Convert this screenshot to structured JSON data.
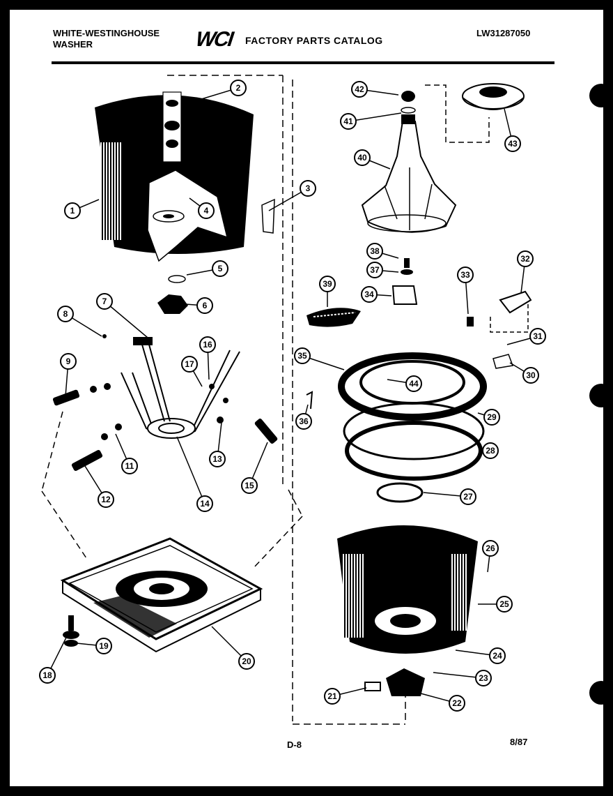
{
  "header": {
    "brand_line1": "WHITE-WESTINGHOUSE",
    "brand_line2": "WASHER",
    "logo_text": "WCI",
    "catalog_title": "FACTORY PARTS CATALOG",
    "model_number": "LW31287050"
  },
  "footer": {
    "page_number": "D-8",
    "date_code": "8/87"
  },
  "callouts": [
    {
      "label": "1"
    },
    {
      "label": "2"
    },
    {
      "label": "3"
    },
    {
      "label": "4"
    },
    {
      "label": "5"
    },
    {
      "label": "6"
    },
    {
      "label": "7"
    },
    {
      "label": "8"
    },
    {
      "label": "9"
    },
    {
      "label": "11"
    },
    {
      "label": "12"
    },
    {
      "label": "13"
    },
    {
      "label": "14"
    },
    {
      "label": "15"
    },
    {
      "label": "16"
    },
    {
      "label": "17"
    },
    {
      "label": "18"
    },
    {
      "label": "19"
    },
    {
      "label": "20"
    },
    {
      "label": "21"
    },
    {
      "label": "22"
    },
    {
      "label": "23"
    },
    {
      "label": "24"
    },
    {
      "label": "25"
    },
    {
      "label": "26"
    },
    {
      "label": "27"
    },
    {
      "label": "28"
    },
    {
      "label": "29"
    },
    {
      "label": "30"
    },
    {
      "label": "31"
    },
    {
      "label": "32"
    },
    {
      "label": "33"
    },
    {
      "label": "34"
    },
    {
      "label": "35"
    },
    {
      "label": "36"
    },
    {
      "label": "37"
    },
    {
      "label": "38"
    },
    {
      "label": "39"
    },
    {
      "label": "40"
    },
    {
      "label": "41"
    },
    {
      "label": "42"
    },
    {
      "label": "43"
    },
    {
      "label": "44"
    }
  ]
}
